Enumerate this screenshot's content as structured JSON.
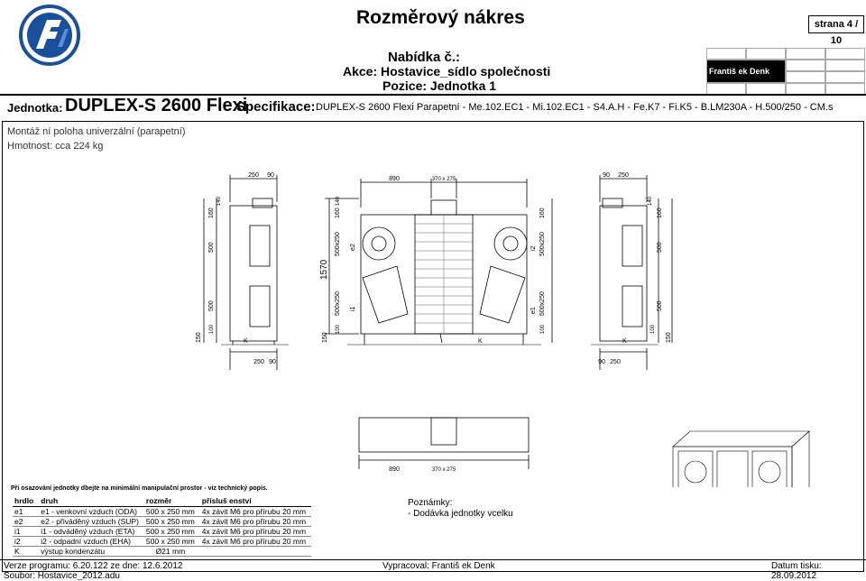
{
  "header": {
    "title": "Rozměrový nákres",
    "page": "strana 4 / 10",
    "offer": "Nabídka č.:",
    "action": "Akce: Hostavice_sídlo společnosti",
    "position": "Pozice: Jednotka 1",
    "signature_name": "Františ ek Denk"
  },
  "unit": {
    "label": "Jednotka:",
    "value": "DUPLEX-S 2600 Flexi",
    "spec_label": "Specifikace:",
    "spec_value": "DUPLEX-S 2600 Flexi Parapetní - Me.102.EC1 - Mi.102.EC1 - S4.A.H - Fe.K7 - Fi.K5 - B.LM230A - H.500/250 - CM.s"
  },
  "info": {
    "mount": "Montáž ní poloha univerzální (parapetní)",
    "weight": "Hmotnost: cca 224 kg"
  },
  "dimensions": {
    "top_left": "250",
    "top_left_small": "90",
    "top_mid": "890",
    "top_mid_duct": "370 x 275",
    "top_right_small": "90",
    "top_right": "250",
    "side_160a": "160",
    "side_140a": "140",
    "side_500a": "500",
    "side_500b": "500",
    "side_100a": "100",
    "side_150a": "150",
    "height_1570": "1570",
    "port_500x250_a": "500x250",
    "port_500x250_b": "500x250",
    "port_500x250_c": "500x250",
    "port_500x250_d": "500x250",
    "mid_160": "160",
    "mid_140": "140",
    "mid_100": "100",
    "mid_150": "150",
    "right_160": "160",
    "right_100": "100",
    "right_160b": "160",
    "right_140": "140",
    "right_500a": "500",
    "right_500b": "500",
    "right_100b": "100",
    "right_150": "150",
    "bottom_left": "250",
    "bottom_left_small": "90",
    "bottom_right_small": "90",
    "bottom_right": "250",
    "plan_890": "890",
    "plan_duct": "370 x 275",
    "lbl_e2": "e2",
    "lbl_i1": "i1",
    "lbl_i2": "i2",
    "lbl_e1": "e1",
    "lbl_k1": "K",
    "lbl_k2": "K",
    "lbl_k3": "K"
  },
  "note": "Při osazování jednotky dbejte na minimální manipulační prostor - viz technický popis.",
  "connections": {
    "headers": [
      "hrdlo",
      "druh",
      "rozměr",
      "přísluš enství"
    ],
    "rows": [
      [
        "e1",
        "e1 - venkovní vzduch (ODA)",
        "500 x 250 mm",
        "4x závit M6 pro přírubu 20 mm"
      ],
      [
        "e2",
        "e2 - přiváděný vzduch (SUP)",
        "500 x 250 mm",
        "4x závit M6 pro přírubu 20 mm"
      ],
      [
        "i1",
        "i1 - odváděný vzduch (ETA)",
        "500 x 250 mm",
        "4x závit M6 pro přírubu 20 mm"
      ],
      [
        "i2",
        "i2 - odpadní vzduch (EHA)",
        "500 x 250 mm",
        "4x závit M6 pro přírubu 20 mm"
      ],
      [
        "K",
        "výstup kondenzátu",
        "Ø21 mm",
        ""
      ]
    ]
  },
  "notes": {
    "heading": "Poznámky:",
    "text": "- Dodávka jednotky vcelku"
  },
  "footer": {
    "version": "Verze programu: 6.20.122 ze dne: 12.6.2012",
    "source": "Soubor: Hostavice_2012.adu",
    "author": "Vypracoval: Františ ek Denk",
    "print_date": "Datum tisku: 28.09.2012"
  },
  "colors": {
    "logo_blue": "#1a4f9c",
    "logo_light": "#5b8fd6"
  }
}
